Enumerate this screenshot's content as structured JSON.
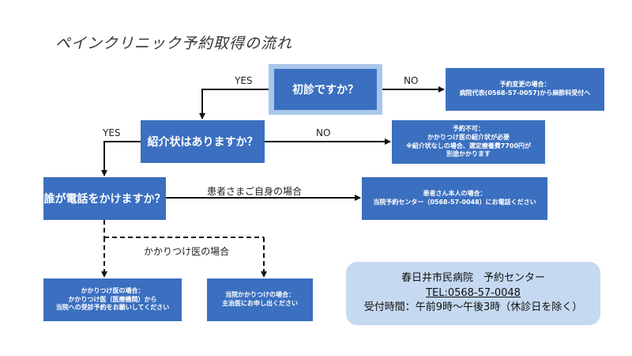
{
  "title": "ペインクリニック予約取得の流れ",
  "nodes": {
    "q1": "初診ですか？",
    "q2": "紹介状はありますか？",
    "q3": "誰が電話をかけますか？",
    "r_change": "予約変更の場合：\n病院代表(0568-57-0057)から麻酔科受付へ",
    "r_no_letter": "予約不可：\nかかりつけ医の紹介状が必要\n※紹介状なしの場合、選定療養費7700円が\n別途かかります",
    "r_patient": "患者さん本人の場合：\n当院予約センター（0568-57-0048）にお電話ください",
    "r_doctor_other": "かかりつけ医の場合：\nかかりつけ医（医療機関）から\n当院への受診予約をお願いしてください",
    "r_doctor_here": "当院かかりつけの場合：\n主治医にお申し出ください"
  },
  "labels": {
    "q1_yes": "YES",
    "q1_no": "NO",
    "q2_yes": "YES",
    "q2_no": "NO",
    "q3_patient": "患者さまご自身の場合",
    "q3_doctor": "かかりつけ医の場合"
  },
  "info": {
    "name": "春日井市民病院　予約センター",
    "tel": "TEL:0568-57-0048",
    "hours": "受付時間：午前9時～午後3時（休診日を除く）"
  },
  "colors": {
    "box": "#3b6fc0",
    "highlight": "#a9c7ea",
    "info": "#c5d9f0"
  }
}
